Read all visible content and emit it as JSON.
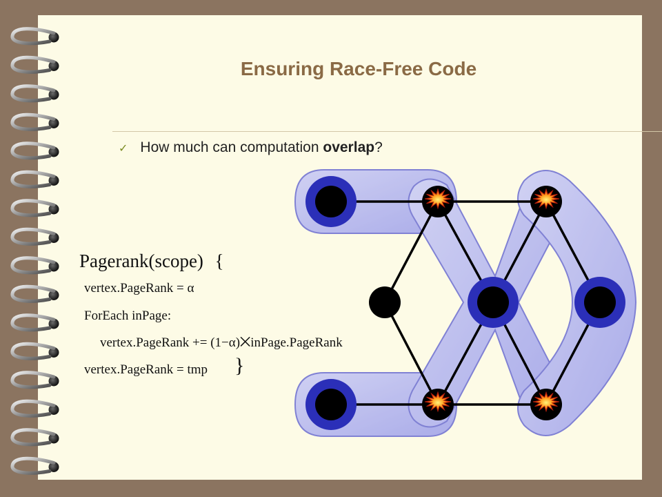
{
  "slide": {
    "title": "Ensuring Race-Free Code",
    "bullet": {
      "check_icon": "✓",
      "text_before": "How much can computation ",
      "text_bold": "overlap",
      "text_after": "?"
    }
  },
  "code": {
    "header": "Pagerank(scope)",
    "open_brace": "{",
    "line1": "vertex.PageRank = α",
    "line2": "ForEach inPage:",
    "line3": "vertex.PageRank += (1−α)⨉inPage.PageRank",
    "line4": "vertex.PageRank = tmp",
    "close_brace": "}"
  },
  "graph": {
    "colors": {
      "node": "#000000",
      "ring": "#2b2fb8",
      "scope_fill": "#a8abf0",
      "scope_stroke": "#5d60cf",
      "conflict": "#e8401a"
    },
    "conflict_icon": "explosion-icon"
  }
}
